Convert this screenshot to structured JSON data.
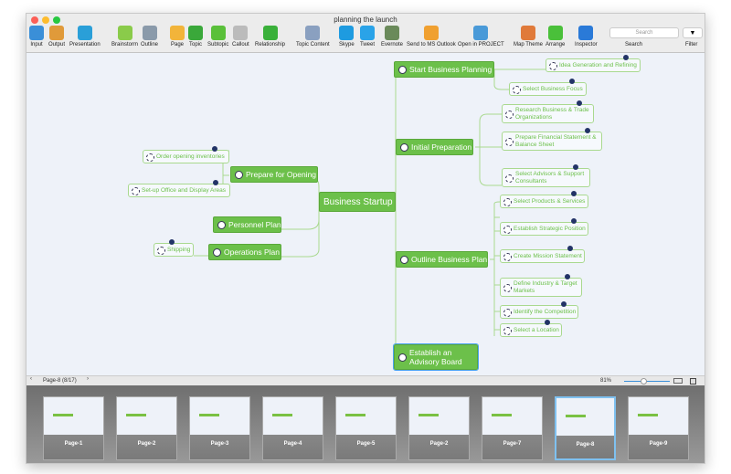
{
  "window": {
    "title": "planning the launch"
  },
  "toolbar": {
    "items": [
      {
        "label": "Input",
        "icon": "input-icon",
        "color": "#3a8fd8"
      },
      {
        "label": "Output",
        "icon": "output-icon",
        "color": "#e09a3a"
      },
      {
        "label": "Presentation",
        "icon": "presentation-icon",
        "color": "#2a9fd8"
      },
      {
        "label": "Brainstorm",
        "icon": "brainstorm-icon",
        "color": "#8acb4a"
      },
      {
        "label": "Outline",
        "icon": "outline-icon",
        "color": "#8a9aaa"
      },
      {
        "label": "Page",
        "icon": "page-icon",
        "color": "#f2b43a"
      },
      {
        "label": "Topic",
        "icon": "topic-icon",
        "color": "#3aa83a"
      },
      {
        "label": "Subtopic",
        "icon": "subtopic-icon",
        "color": "#5ac03a"
      },
      {
        "label": "Callout",
        "icon": "callout-icon",
        "color": "#bbbbbb"
      },
      {
        "label": "Relationship",
        "icon": "relationship-icon",
        "color": "#3ab03a"
      },
      {
        "label": "Topic Content",
        "icon": "topic-content-icon",
        "color": "#8aa0c0"
      },
      {
        "label": "Skype",
        "icon": "skype-icon",
        "color": "#1e9be0"
      },
      {
        "label": "Tweet",
        "icon": "twitter-icon",
        "color": "#2aa3e8"
      },
      {
        "label": "Evernote",
        "icon": "evernote-icon",
        "color": "#6a8a5a"
      },
      {
        "label": "Send to MS Outlook",
        "icon": "outlook-icon",
        "color": "#f0a030"
      },
      {
        "label": "Open in PROJECT",
        "icon": "project-icon",
        "color": "#4a9ad8"
      },
      {
        "label": "Map Theme",
        "icon": "map-theme-icon",
        "color": "#e07a3a"
      },
      {
        "label": "Arrange",
        "icon": "arrange-icon",
        "color": "#4ac03a"
      },
      {
        "label": "Inspector",
        "icon": "inspector-icon",
        "color": "#2a7ad8"
      }
    ],
    "search_placeholder": "Search",
    "search_label": "Search",
    "filter_label": "Filter"
  },
  "map": {
    "root": "Business Startup",
    "topics": {
      "start": "Start Business Planning",
      "initial": "Initial Preparation",
      "outline": "Outline Business Plan",
      "advisory": "Establish an Advisory Board",
      "prepare": "Prepare for Opening",
      "personnel": "Personnel Plan",
      "operations": "Operations Plan"
    },
    "subtopics": {
      "idea": "Idea Generation and Refining",
      "focus": "Select Business Focus",
      "research": "Research Business & Trade Organizations",
      "financial": "Prepare Financial Statement & Balance Sheet",
      "advisors": "Select Advisors & Support Consultants",
      "products": "Select Products & Services",
      "strategic": "Establish Strategic Position",
      "mission": "Create Mission Statement",
      "industry": "Define Industry & Target Markets",
      "competition": "Identify the Competition",
      "location": "Select a Location",
      "inventories": "Order opening inventories",
      "office": "Set-up Office and Display Areas",
      "shipping": "Shipping"
    }
  },
  "status": {
    "page": "Page-8 (8/17)",
    "zoom": "81%",
    "zoom_level": 0.4
  },
  "pages": [
    "Page-1",
    "Page-2",
    "Page-3",
    "Page-4",
    "Page-5",
    "Page-2",
    "Page-7",
    "Page-8",
    "Page-9"
  ],
  "selected_page": "Page-8"
}
